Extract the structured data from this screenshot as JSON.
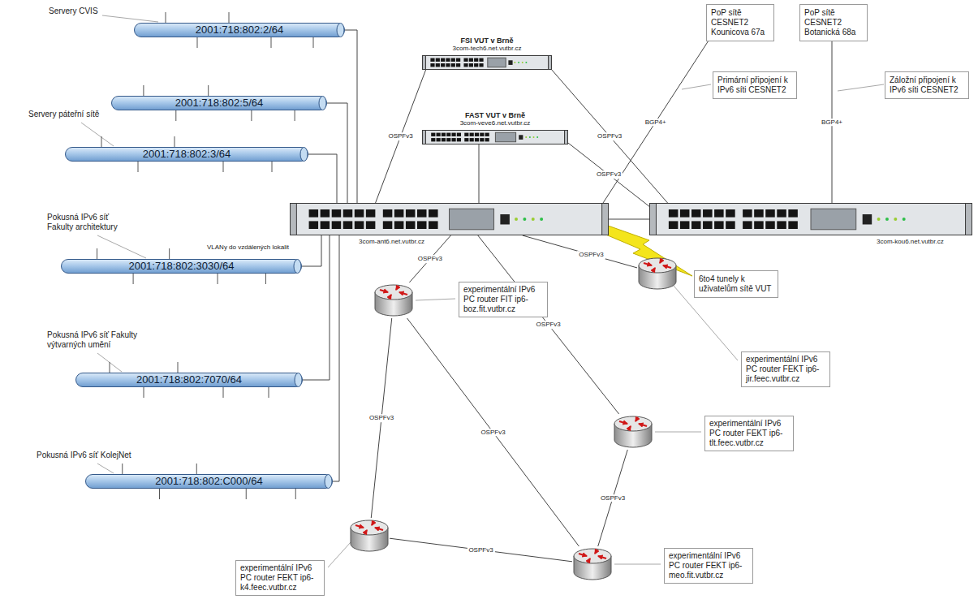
{
  "diagram": {
    "nodes": [
      {
        "text": [
          "Servery CVIS",
          "2001:718:802:2/64"
        ]
      },
      {
        "text": [
          "FSI VUT v Brně",
          "3com-tech6.net.vutbr.cz"
        ]
      },
      {
        "text": [
          "PoP sítě CESNET2 Kounicova 67a"
        ]
      },
      {
        "text": [
          "PoP sítě CESNET2 Botanická 68a"
        ]
      },
      {
        "text": [
          "2001:718:802:5/64"
        ]
      },
      {
        "text": [
          "Primární připojení k IPv6 síti CESNET2"
        ]
      },
      {
        "text": [
          "Záložní připojení k IPv6 síti CESNET2"
        ]
      },
      {
        "text": [
          "Servery páteřní sítě",
          "2001:718:802:3/64"
        ]
      },
      {
        "text": [
          "FAST VUT v Brně",
          "3com-veve6.net.vutbr.cz"
        ]
      },
      {
        "text": [
          "3com-ant6.net.vutbr.cz"
        ]
      },
      {
        "text": [
          "3com-kou6.net.vutbr.cz"
        ]
      },
      {
        "text": [
          "6to4 tunely k uživatelům sítě VUT"
        ]
      },
      {
        "text": [
          "Pokusná IPv6 síť Fakulty architektury",
          "2001:718:802:3030/64"
        ]
      },
      {
        "text": [
          "experimentální IPv6 PC router FIT ip6-boz.fit.vutbr.cz"
        ]
      },
      {
        "text": [
          "experimentální IPv6 PC router FEKT ip6-jir.feec.vutbr.cz"
        ]
      },
      {
        "text": [
          "experimentální IPv6 PC router FEKT ip6-tlt.feec.vutbr.cz"
        ]
      },
      {
        "text": [
          "Pokusná IPv6 síť Fakulty výtvarných umění",
          "2001:718:802:7070/64"
        ]
      },
      {
        "text": [
          "Pokusná IPv6 síť KolejNet",
          "2001:718:802:C000/64"
        ]
      },
      {
        "text": [
          "experimentální IPv6 PC router FEKT ip6-k4.feec.vutbr.cz"
        ]
      },
      {
        "text": [
          "experimentální IPv6 PC router FEKT ip6-meo.fit.vutbr.cz"
        ]
      }
    ],
    "edges": [
      {
        "from": 1,
        "to": 9,
        "arrow": "none",
        "label": "OSPFv3"
      },
      {
        "from": 1,
        "to": 10,
        "arrow": "none",
        "label": "OSPFv3"
      },
      {
        "from": 8,
        "to": 9,
        "arrow": "none"
      },
      {
        "from": 8,
        "to": 10,
        "arrow": "none",
        "label": "OSPFv3"
      },
      {
        "from": 9,
        "to": 2,
        "arrow": "none",
        "label": "BGP4+"
      },
      {
        "from": 10,
        "to": 3,
        "arrow": "none",
        "label": "BGP4+"
      },
      {
        "from": 9,
        "to": 10,
        "arrow": "none"
      },
      {
        "from": 0,
        "to": 9,
        "arrow": "none"
      },
      {
        "from": 4,
        "to": 9,
        "arrow": "none"
      },
      {
        "from": 7,
        "to": 9,
        "arrow": "none"
      },
      {
        "from": 12,
        "to": 9,
        "arrow": "none"
      },
      {
        "from": 16,
        "to": 9,
        "arrow": "none"
      },
      {
        "from": 17,
        "to": 9,
        "arrow": "none"
      },
      {
        "from": 9,
        "to": 13,
        "arrow": "none",
        "label": "OSPFv3"
      },
      {
        "from": 9,
        "to": 14,
        "arrow": "none",
        "label": "OSPFv3"
      },
      {
        "from": 9,
        "to": 15,
        "arrow": "none",
        "label": "OSPFv3"
      },
      {
        "from": 13,
        "to": 18,
        "arrow": "none",
        "label": "OSPFv3"
      },
      {
        "from": 13,
        "to": 19,
        "arrow": "none",
        "label": "OSPFv3"
      },
      {
        "from": 18,
        "to": 19,
        "arrow": "none",
        "label": "OSPFv3"
      },
      {
        "from": 15,
        "to": 19,
        "arrow": "none",
        "label": "OSPFv3"
      }
    ],
    "labels": [
      "VLANy do vzdálených lokalit"
    ]
  }
}
